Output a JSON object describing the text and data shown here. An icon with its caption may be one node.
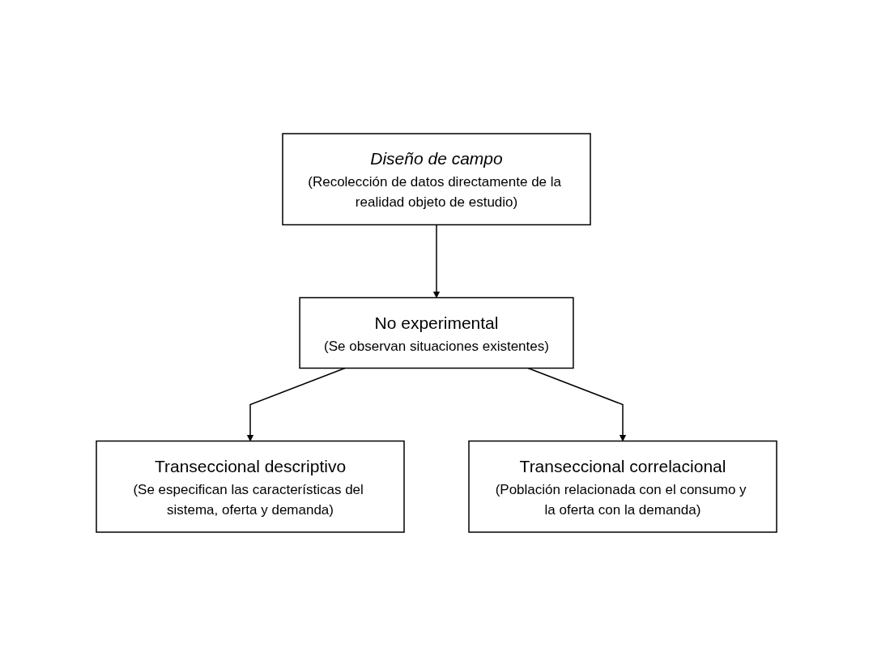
{
  "diagram": {
    "nodes": [
      {
        "text": [
          "Diseño de campo",
          "(Recolección de datos directamente de la realidad objeto de estudio)"
        ]
      },
      {
        "text": [
          "No experimental",
          "(Se observan situaciones existentes)"
        ]
      },
      {
        "text": [
          "Transeccional descriptivo",
          "(Se especifican las características del sistema, oferta y demanda)"
        ]
      },
      {
        "text": [
          "Transeccional correlacional",
          "(Población relacionada con el consumo y la oferta con la demanda)"
        ]
      }
    ],
    "edges": [
      {
        "from": 0,
        "to": 1,
        "arrow": "to"
      },
      {
        "from": 1,
        "to": 2,
        "arrow": "to"
      },
      {
        "from": 1,
        "to": 3,
        "arrow": "to"
      }
    ]
  }
}
